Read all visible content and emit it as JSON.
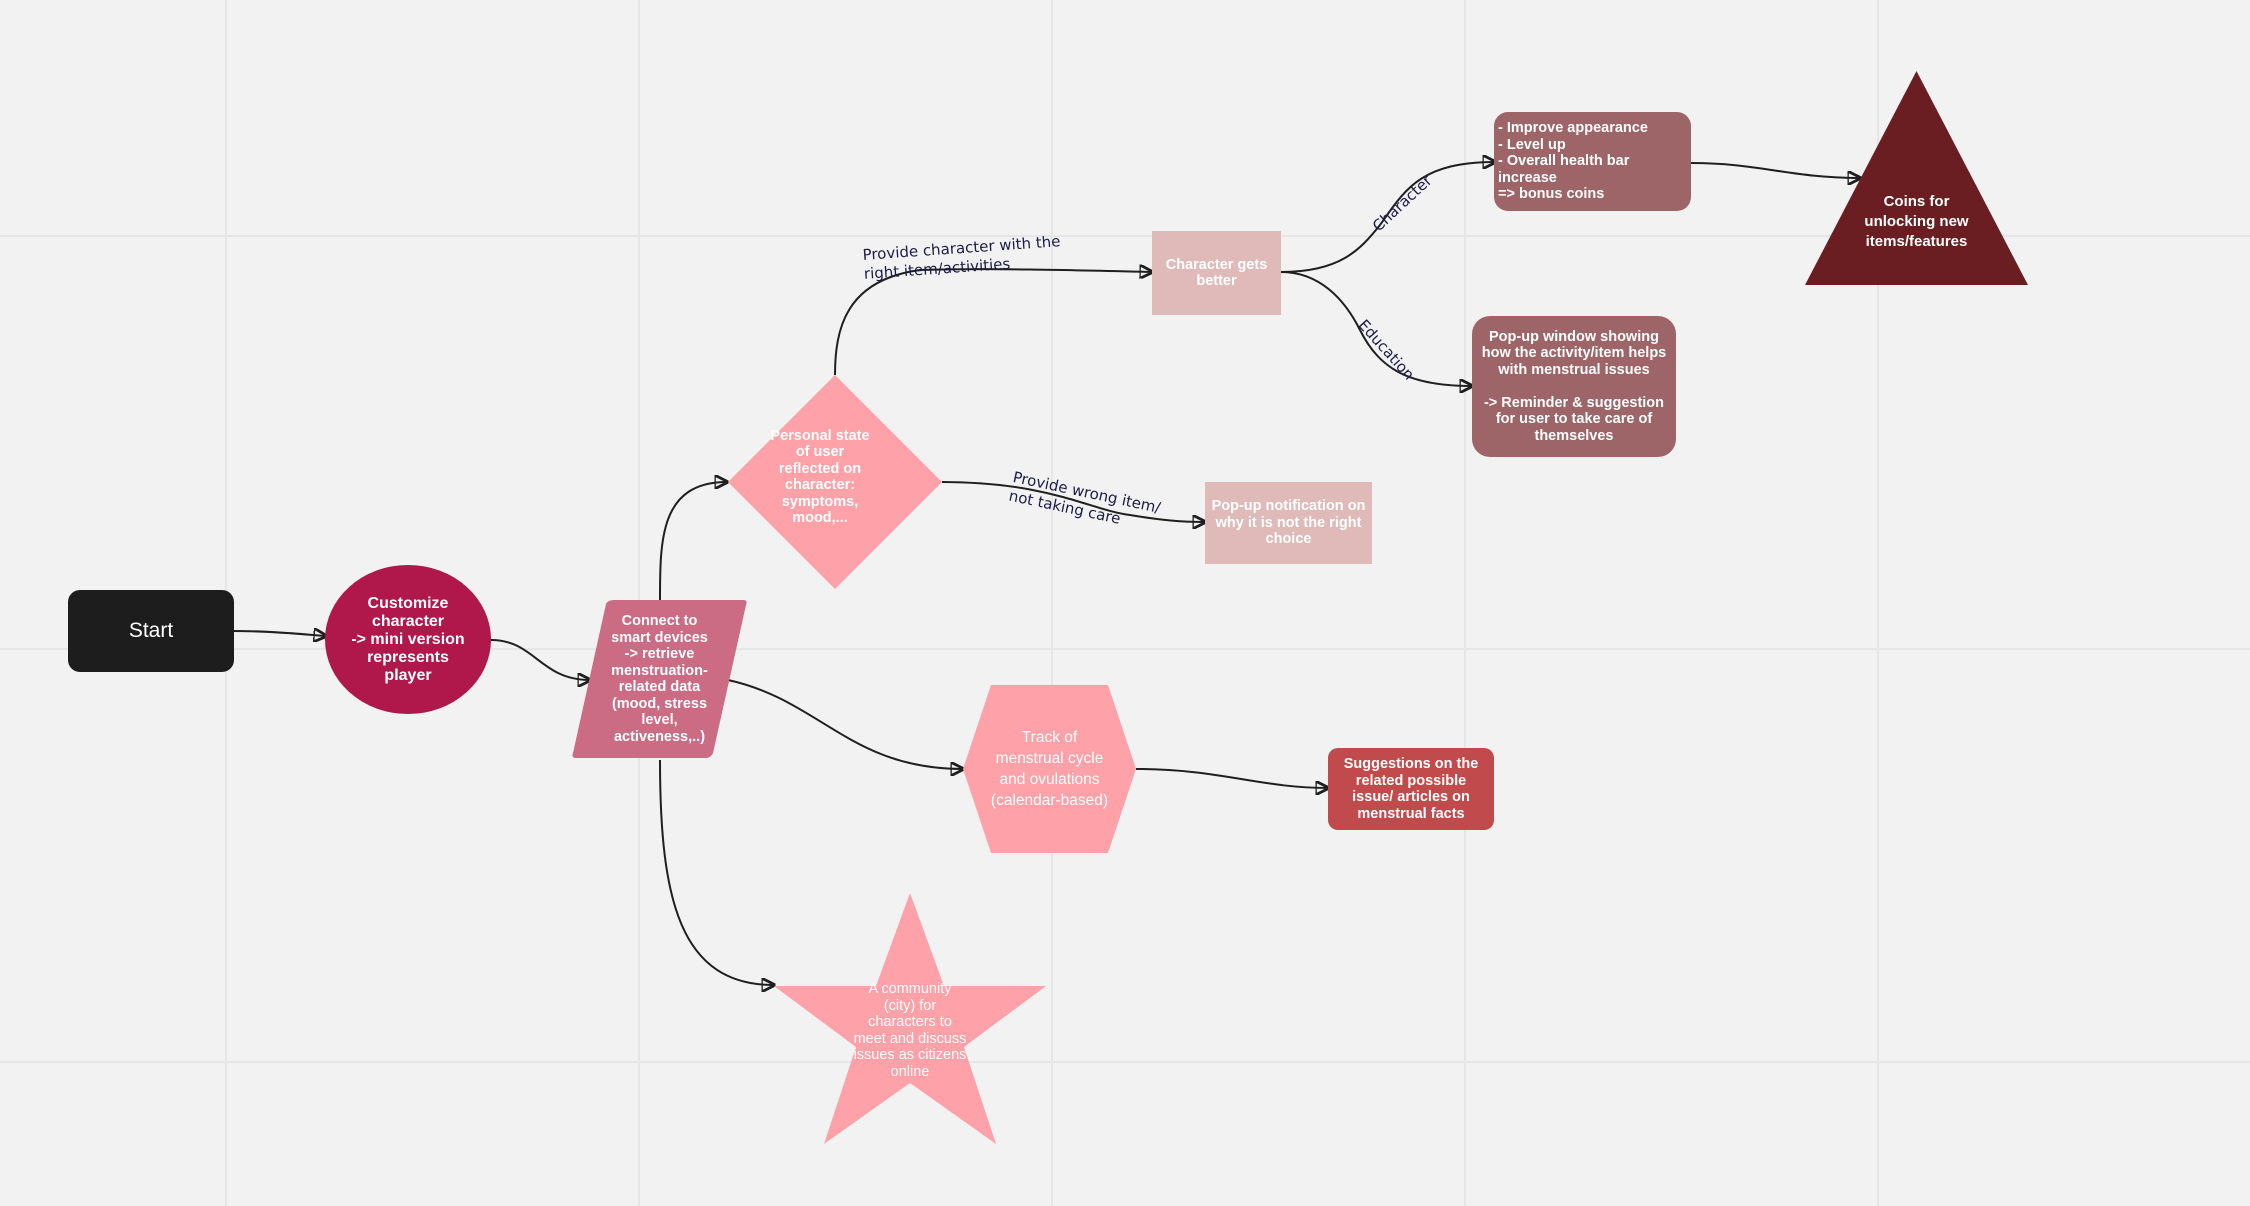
{
  "colors": {
    "canvas": "#f2f2f2",
    "start": "#1d1d1d",
    "customize": "#b0174a",
    "connect": "#cc6b84",
    "personal": "#ffa1a8",
    "getsBetter": "#e0b9b9",
    "improve": "#9e6568",
    "coins": "#6a1e21",
    "popupWindow": "#9e6568",
    "popupNotification": "#e0b9b9",
    "track": "#ffa1a8",
    "suggestions": "#c14a4c",
    "community": "#ffa1a8",
    "edge": "#1f1f1f",
    "edgeLabel": "#1c1c4a"
  },
  "nodes": {
    "start": "Start",
    "customize": "Customize\ncharacter\n-> mini version\nrepresents\nplayer",
    "connect": "Connect to\nsmart devices\n-> retrieve\nmenstruation-\nrelated data\n(mood, stress\nlevel,\nactiveness,..)",
    "personal": "Personal state\nof user\nreflected on\ncharacter:\nsymptoms,\nmood,...",
    "getsBetter": "Character gets\nbetter",
    "improve": "- Improve appearance\n- Level up\n- Overall health bar\nincrease\n=> bonus coins",
    "coins": "Coins for\nunlocking new\nitems/features",
    "popupWindow": "Pop-up window showing\nhow the activity/item helps\nwith menstrual issues\n\n-> Reminder & suggestion\nfor user to take care of\nthemselves",
    "popupNotification": "Pop-up notification on\nwhy it is not the right\nchoice",
    "track": "Track of\nmenstrual cycle\nand ovulations\n(calendar-based)",
    "suggestions": "Suggestions on the\nrelated possible\nissue/ articles on\nmenstrual facts",
    "community": "A community\n(city) for\ncharacters to\nmeet and discuss\nissues as citizens\nonline"
  },
  "edge_labels": {
    "right": "Provide character with the\nright item/activities",
    "wrong": "Provide wrong item/\nnot taking care",
    "character": "Character",
    "education": "Education"
  }
}
